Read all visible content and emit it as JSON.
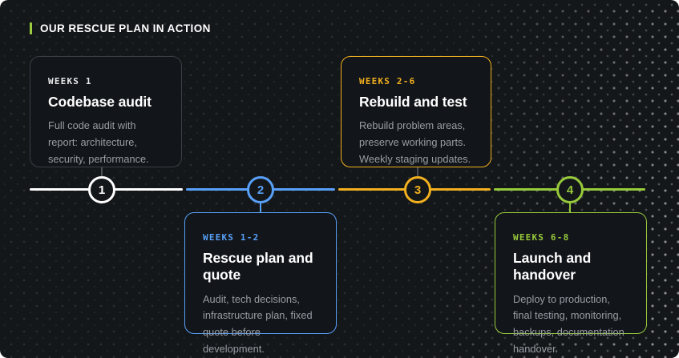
{
  "header": {
    "title": "OUR RESCUE PLAN IN ACTION",
    "accent_color": "#9ccc3f"
  },
  "timeline": {
    "segment_colors": [
      "#ffffff",
      "#58a0f8",
      "#f2b01e",
      "#97ca3b"
    ]
  },
  "steps": [
    {
      "number": "1",
      "weeks": "WEEKS 1",
      "title": "Codebase audit",
      "description": "Full code audit with report: architecture, security, performance.",
      "color": "#ffffff",
      "position": "top"
    },
    {
      "number": "2",
      "weeks": "WEEKS 1-2",
      "title": "Rescue plan and quote",
      "description": "Audit, tech decisions, infrastructure plan, fixed quote before development.",
      "color": "#58a0f8",
      "position": "bottom"
    },
    {
      "number": "3",
      "weeks": "WEEKS 2-6",
      "title": "Rebuild and test",
      "description": "Rebuild problem areas, preserve working parts. Weekly staging updates.",
      "color": "#f2b01e",
      "position": "top"
    },
    {
      "number": "4",
      "weeks": "WEEKS 6-8",
      "title": "Launch and handover",
      "description": "Deploy to production, final testing, monitoring, backups, documentation handover.",
      "color": "#97ca3b",
      "position": "bottom"
    }
  ]
}
